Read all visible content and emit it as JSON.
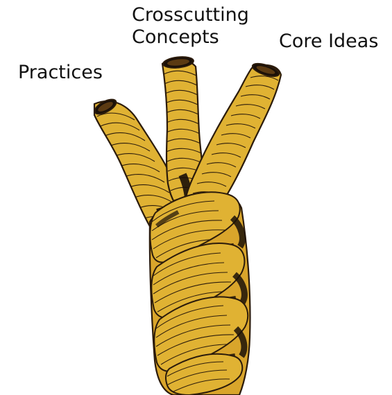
{
  "labels": {
    "practices": "Practices",
    "crosscutting_line1": "Crosscutting",
    "crosscutting_line2": "Concepts",
    "core_ideas": "Core Ideas"
  },
  "colors": {
    "rope_fill": "#e0b233",
    "rope_shade": "#b98417",
    "rope_line": "#2b1b0b",
    "rope_dark": "#1a1008",
    "background": "#ffffff"
  }
}
